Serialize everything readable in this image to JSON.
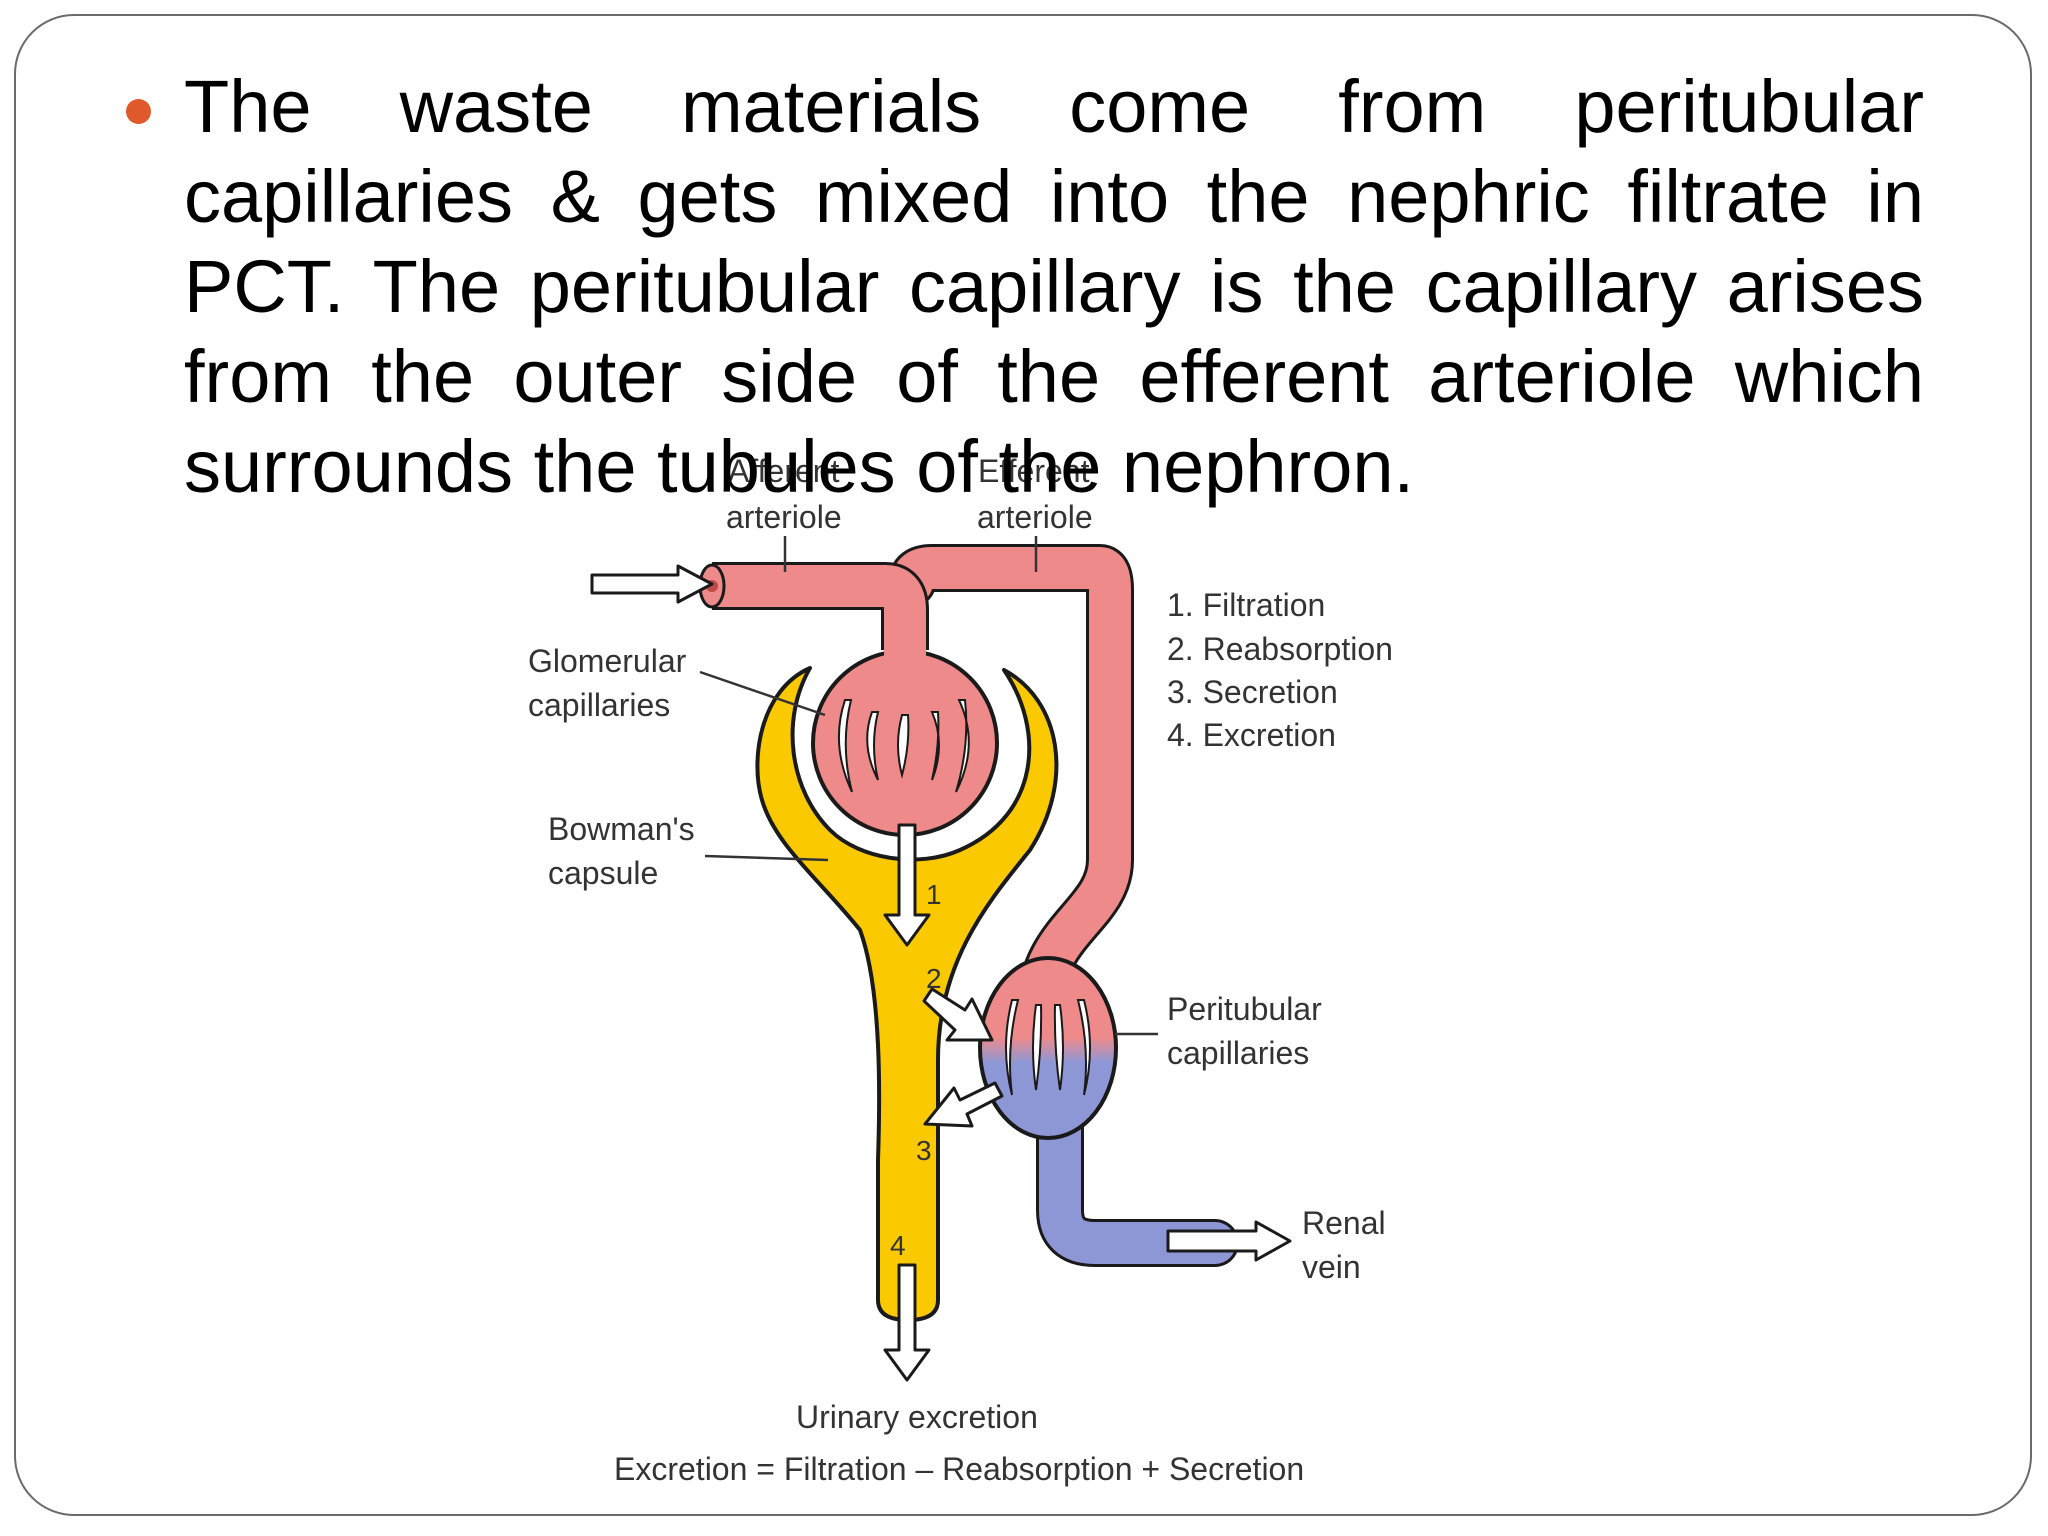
{
  "slide": {
    "bullet_text": "The waste materials come from peritubular capillaries & gets mixed into the nephric filtrate in PCT. The peritubular capillary is the capillary arises from the outer side of the efferent arteriole which surrounds the tubules of the nephron."
  },
  "diagram": {
    "labels": {
      "afferent_1": "Afferent",
      "afferent_2": "arteriole",
      "efferent_1": "Efferent",
      "efferent_2": "arteriole",
      "glomerular_1": "Glomerular",
      "glomerular_2": "capillaries",
      "bowmans_1": "Bowman's",
      "bowmans_2": "capsule",
      "peritubular_1": "Peritubular",
      "peritubular_2": "capillaries",
      "renal_1": "Renal",
      "renal_2": "vein",
      "urinary": "Urinary excretion",
      "equation": "Excretion = Filtration – Reabsorption + Secretion"
    },
    "processes": [
      "1. Filtration",
      "2. Reabsorption",
      "3. Secretion",
      "4. Excretion"
    ],
    "step_numbers": [
      "1",
      "2",
      "3",
      "4"
    ]
  },
  "colors": {
    "bullet": "#e0592a",
    "artery": "#ef8a8a",
    "vein": "#8e97d6",
    "capsule": "#fbc900"
  }
}
